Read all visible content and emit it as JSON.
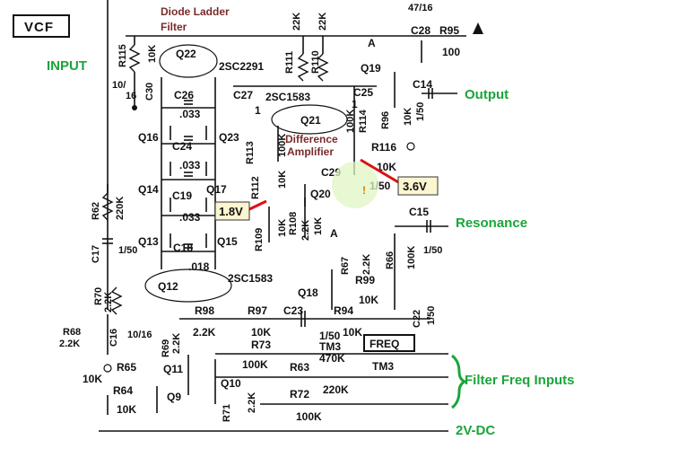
{
  "title": "VCF",
  "annotations": {
    "diode_ladder_line1": "Diode Ladder",
    "diode_ladder_line2": "Filter",
    "input": "INPUT",
    "output": "Output",
    "diff_amp_line1": "Difference",
    "diff_amp_line2": "Amplifier",
    "resonance": "Resonance",
    "filter_freq_inputs": "Filter Freq Inputs",
    "dc_2v": "2V-DC",
    "voltage_high": "3.6V",
    "voltage_low": "1.8V",
    "warning_mark": "!"
  },
  "components": {
    "R115": "R115",
    "R115v": "10K",
    "Q22": "Q22",
    "Q22p": "2SC2291",
    "C30": "C30",
    "C30v1": "10/",
    "C30v2": "16",
    "C26": "C26",
    "C26v": ".033",
    "Q16": "Q16",
    "Q23": "Q23",
    "C24": "C24",
    "C24v": ".033",
    "Q14": "Q14",
    "Q17": "Q17",
    "C19": "C19",
    "C19v": ".033",
    "Q13": "Q13",
    "Q15": "Q15",
    "C18": "C18",
    "C18v": ".018",
    "R62": "R62",
    "R62v": "220K",
    "C17": "C17",
    "C17v": "1/50",
    "Q12": "Q12",
    "Q12p": "2SC1583",
    "R70": "R70",
    "R70v": "2.2K",
    "R68": "R68",
    "R68v": "2.2K",
    "C16": "C16",
    "C16v": "10/16",
    "R98": "R98",
    "R98v": "2.2K",
    "R69": "R69",
    "R69v": "2.2K",
    "Q11": "Q11",
    "Q10": "Q10",
    "Q9": "Q9",
    "R65": "R65",
    "R65v": "10K",
    "R64": "R64",
    "R64v": "10K",
    "R71": "R71",
    "R71v": "2.2K",
    "R111": "R111",
    "R111v": "22K",
    "R110": "R110",
    "R110v": "22K",
    "C27": "C27",
    "Q21p": "2SC1583",
    "Q21": "Q21",
    "C25": "C25",
    "C25v": "1",
    "C27v": "1",
    "R113": "R113",
    "R113v": "100K",
    "R112": "R112",
    "R112v": "10K",
    "R109": "R109",
    "R109v": "10K",
    "R108": "R108",
    "R108v": "10K",
    "Q20": "Q20",
    "R107v": "2.2K",
    "R114": "R114",
    "R114v": "100K",
    "R116": "R116",
    "R116v": "10K",
    "C29": "C29",
    "C29v": "1/50",
    "nodeA": "A",
    "C28": "C28",
    "C28v": "47/16",
    "R95": "R95",
    "R95v": "100",
    "Q19": "Q19",
    "C14": "C14",
    "C14v": "1/50",
    "R96": "R96",
    "R96v": "10K",
    "C15": "C15",
    "C15v": "1/50",
    "R67": "R67",
    "R67v": "2.2K",
    "R66": "R66",
    "R66v": "100K",
    "R99": "R99",
    "R99v": "10K",
    "Q18": "Q18",
    "C22": "C22",
    "C22v": "1/50",
    "R97": "R97",
    "R97v": "10K",
    "C23": "C23",
    "C23v": "1/50",
    "R94": "R94",
    "R94v": "10K",
    "freq": "FREQ",
    "TM3": "TM3",
    "TM3v": "470K",
    "TM3big": "TM3",
    "R73": "R73",
    "R73v": "100K",
    "R63": "R63",
    "R63v": "220K",
    "R72": "R72",
    "R72v": "100K"
  }
}
